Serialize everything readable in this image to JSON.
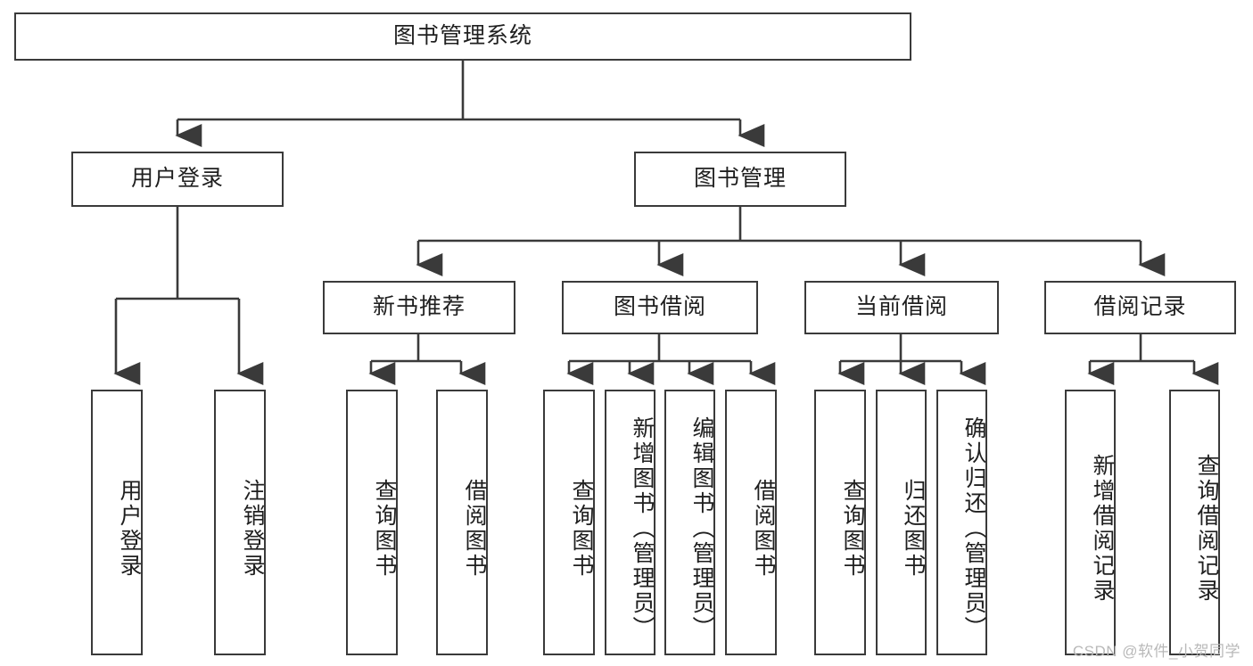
{
  "diagram": {
    "title": "图书管理系统",
    "type": "hierarchy-tree",
    "nodes": {
      "root": {
        "label": "图书管理系统",
        "level": 1
      },
      "l2": [
        {
          "id": "user-login",
          "label": "用户登录"
        },
        {
          "id": "book-management",
          "label": "图书管理"
        }
      ],
      "l3": [
        {
          "id": "new-book-recommend",
          "label": "新书推荐",
          "parent": "book-management"
        },
        {
          "id": "book-borrow",
          "label": "图书借阅",
          "parent": "book-management"
        },
        {
          "id": "current-borrow",
          "label": "当前借阅",
          "parent": "book-management"
        },
        {
          "id": "borrow-record",
          "label": "借阅记录",
          "parent": "book-management"
        }
      ],
      "leaves": [
        {
          "id": "leaf-user-login",
          "label": "用户登录",
          "parent": "user-login"
        },
        {
          "id": "leaf-logout-login",
          "label": "注销登录",
          "parent": "user-login"
        },
        {
          "id": "leaf-query-book-1",
          "label": "查询图书",
          "parent": "new-book-recommend"
        },
        {
          "id": "leaf-borrow-book-1",
          "label": "借阅图书",
          "parent": "new-book-recommend"
        },
        {
          "id": "leaf-query-book-2",
          "label": "查询图书",
          "parent": "book-borrow"
        },
        {
          "id": "leaf-add-book",
          "label": "新增图书（管理员）",
          "parent": "book-borrow"
        },
        {
          "id": "leaf-edit-book",
          "label": "编辑图书（管理员）",
          "parent": "book-borrow"
        },
        {
          "id": "leaf-borrow-book-2",
          "label": "借阅图书",
          "parent": "book-borrow"
        },
        {
          "id": "leaf-query-book-3",
          "label": "查询图书",
          "parent": "current-borrow"
        },
        {
          "id": "leaf-return-book",
          "label": "归还图书",
          "parent": "current-borrow"
        },
        {
          "id": "leaf-confirm-return",
          "label": "确认归还（管理员）",
          "parent": "current-borrow"
        },
        {
          "id": "leaf-add-record",
          "label": "新增借阅记录",
          "parent": "borrow-record"
        },
        {
          "id": "leaf-query-record",
          "label": "查询借阅记录",
          "parent": "borrow-record"
        }
      ]
    },
    "colors": {
      "stroke": "#3a3a3a",
      "fill": "#ffffff",
      "text": "#1f1f1f",
      "watermark": "#b9b9b9"
    }
  },
  "watermark": {
    "text": "CSDN @软件_小贺同学"
  }
}
